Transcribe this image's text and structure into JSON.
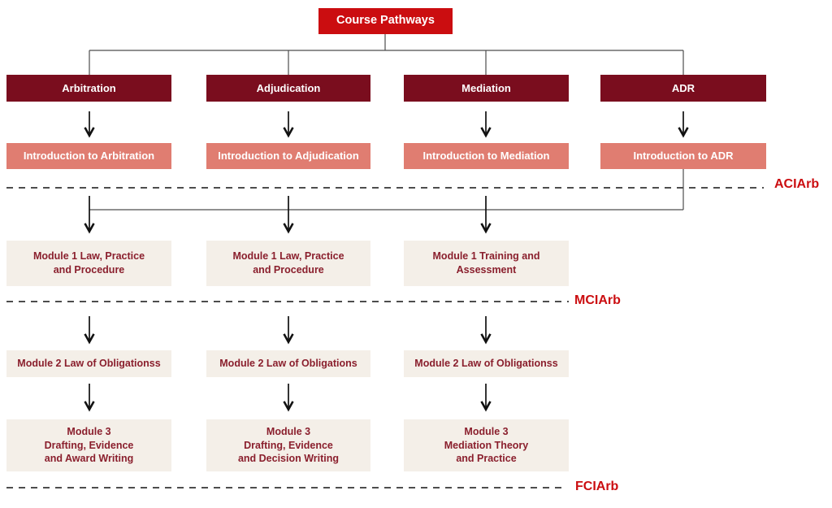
{
  "diagram": {
    "title": "Course Pathways",
    "columns": [
      {
        "category": "Arbitration",
        "intro": "Introduction to Arbitration",
        "module1": "Module 1 Law, Practice\nand Procedure",
        "module2": "Module 2 Law of Obligationss",
        "module3": "Module 3\nDrafting, Evidence\nand Award Writing"
      },
      {
        "category": "Adjudication",
        "intro": "Introduction to Adjudication",
        "module1": "Module 1 Law, Practice\nand Procedure",
        "module2": "Module 2 Law of Obligations",
        "module3": "Module 3\nDrafting, Evidence\nand Decision Writing"
      },
      {
        "category": "Mediation",
        "intro": "Introduction to Mediation",
        "module1": "Module 1 Training and\nAssessment",
        "module2": "Module 2 Law of Obligationss",
        "module3": "Module 3\nMediation Theory\nand Practice"
      },
      {
        "category": "ADR",
        "intro": "Introduction to ADR"
      }
    ],
    "membership_levels": [
      "ACIArb",
      "MCIArb",
      "FCIArb"
    ],
    "colors": {
      "title_red": "#cb0d10",
      "category_maroon": "#7a0d1e",
      "intro_salmon": "#e07d71",
      "module_cream": "#f4efe8",
      "module_text": "#8a1f2d",
      "milestone_label_red": "#cb0d10",
      "connector_gray": "#4d4d4d",
      "arrow_black": "#111111"
    }
  }
}
